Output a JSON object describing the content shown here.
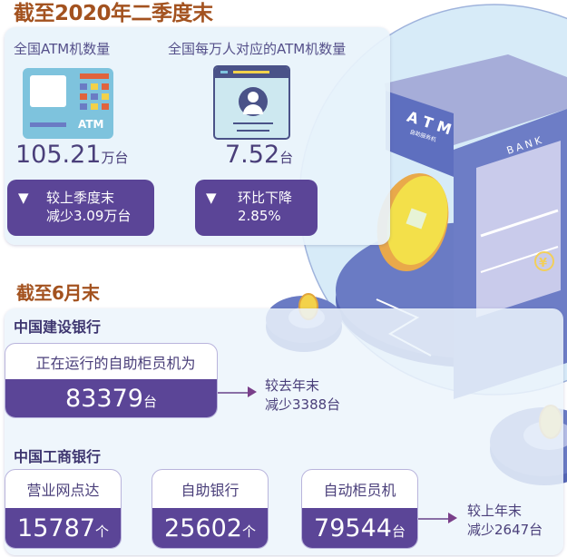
{
  "header": {
    "title": "截至2020年二季度末"
  },
  "national": {
    "atm_count": {
      "label": "全国ATM机数量",
      "icon_text": "ATM",
      "value": "105.21",
      "unit": "万台",
      "change_line1": "较上季度末",
      "change_line2": "减少3.09万台"
    },
    "per_10k": {
      "label": "全国每万人对应的ATM机数量",
      "value": "7.52",
      "unit": "台",
      "change_line1": "环比下降",
      "change_line2": "2.85%"
    }
  },
  "illustration": {
    "atm_sign": "ATM",
    "atm_subsign": "自助服务机",
    "bank_sign": "BANK"
  },
  "june": {
    "title": "截至6月末",
    "ccb": {
      "name": "中国建设银行",
      "label": "正在运行的自助柜员机为",
      "value": "83379",
      "unit": "台",
      "note_line1": "较去年末",
      "note_line2": "减少3388台"
    },
    "icbc": {
      "name": "中国工商银行",
      "cards": [
        {
          "label": "营业网点达",
          "value": "15787",
          "unit": "个"
        },
        {
          "label": "自助银行",
          "value": "25602",
          "unit": "个"
        },
        {
          "label": "自动柜员机",
          "value": "79544",
          "unit": "台"
        }
      ],
      "note_line1": "较上年末",
      "note_line2": "减少2647台"
    }
  },
  "colors": {
    "title": "#a3521f",
    "accent": "#5b4597",
    "panel": "#e8f3fb"
  }
}
